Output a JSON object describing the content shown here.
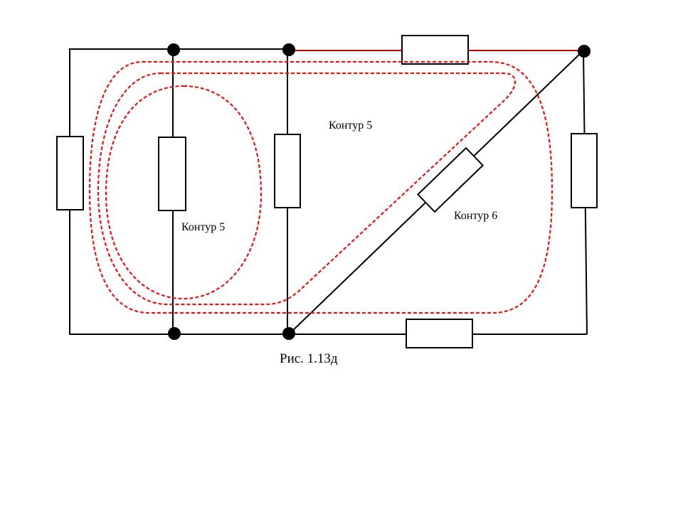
{
  "labels": {
    "loop_left": "Контур 5",
    "loop_middle": "Контур 5",
    "loop_right": "Контур 6"
  },
  "caption": "Рис. 1.13д",
  "colors": {
    "wire": "#000000",
    "top_right_wire": "#c00000",
    "loop_dashes": "#ee1111"
  }
}
